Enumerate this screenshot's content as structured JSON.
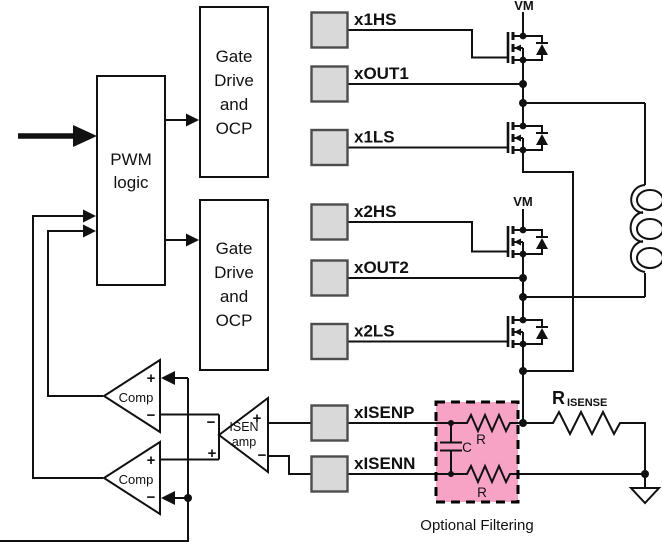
{
  "diagram": {
    "blocks": {
      "pwm": {
        "lines": [
          "PWM",
          "logic"
        ]
      },
      "gate_drive_1": {
        "lines": [
          "Gate",
          "Drive",
          "and",
          "OCP"
        ]
      },
      "gate_drive_2": {
        "lines": [
          "Gate",
          "Drive",
          "and",
          "OCP"
        ]
      }
    },
    "signals": {
      "x1hs": "x1HS",
      "xout1": "xOUT1",
      "x1ls": "x1LS",
      "x2hs": "x2HS",
      "xout2": "xOUT2",
      "x2ls": "x2LS",
      "xisenp": "xISENP",
      "xisenn": "xISENN"
    },
    "supplies": {
      "vm1": "VM",
      "vm2": "VM"
    },
    "amps": {
      "comp1": "Comp",
      "comp2": "Comp",
      "isen": {
        "lines": [
          "ISEN",
          "amp"
        ]
      }
    },
    "signs": {
      "plus": "+",
      "minus": "−"
    },
    "sense_resistor": {
      "name": "R",
      "subscript": "ISENSE"
    },
    "filter": {
      "caption": "Optional Filtering",
      "r_top": "R",
      "cap": "C",
      "r_bottom": "R"
    },
    "colors": {
      "highlight_pink": "#F7A3C6",
      "pad_fill": "#D9D9D9",
      "pad_stroke": "#4D4D4D",
      "line": "#111111"
    }
  }
}
